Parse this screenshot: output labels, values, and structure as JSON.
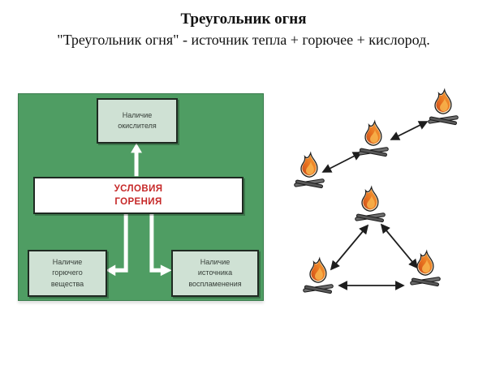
{
  "header": {
    "title": "Треугольник огня",
    "subtitle": "\"Треугольник огня\" - источник тепла + горючее + кислород."
  },
  "diagram": {
    "panel_color": "#4f9d63",
    "box_fill": "#cfe1d4",
    "box_border": "#1f2a22",
    "arrow_color": "#ffffff",
    "center_box": {
      "label": "УСЛОВИЯ\nГОРЕНИЯ",
      "text_color": "#c62828",
      "fill": "#ffffff"
    },
    "boxes": {
      "oxidizer": "Наличие\nокислителя",
      "fuel": "Наличие\nгорючего\nвещества",
      "ignition": "Наличие\nисточника\nвоспламенения"
    }
  },
  "illustration": {
    "icon": "campfire-icon",
    "chain_group": {
      "fires": 3,
      "arrows": 2,
      "arrow_style": "double-headed"
    },
    "triangle_group": {
      "fires": 3,
      "arrows": 3,
      "arrow_style": "double-headed"
    },
    "flame_colors": [
      "#c94a1b",
      "#e8721f",
      "#f6a63c"
    ],
    "flame_rim_color": "#f1e5c6",
    "log_color": "#6e6e6e",
    "arrow_color": "#1d1d1d"
  }
}
